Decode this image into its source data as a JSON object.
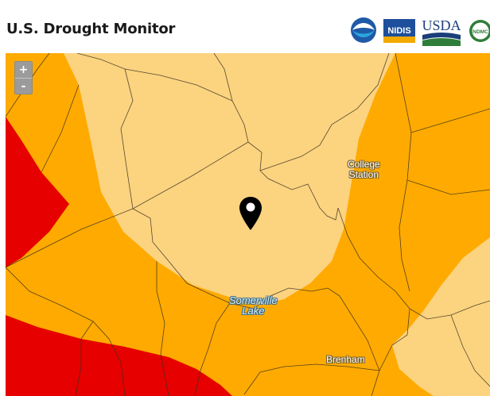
{
  "header": {
    "title": "U.S. Drought Monitor",
    "logos": [
      {
        "name": "noaa",
        "text": "NOAA"
      },
      {
        "name": "nidis",
        "text": "NIDIS"
      },
      {
        "name": "usda",
        "text": "USDA"
      },
      {
        "name": "ndmc",
        "text": "NDMC"
      }
    ]
  },
  "map": {
    "zoom_in_label": "+",
    "zoom_out_label": "-",
    "places": {
      "college_station": "College\nStation",
      "somerville_lake": "Somerville\nLake",
      "brenham": "Brenham"
    },
    "colors": {
      "abnormally_dry": "#fcd37f",
      "moderate": "#ffaa00",
      "severe": "#e60000"
    }
  }
}
